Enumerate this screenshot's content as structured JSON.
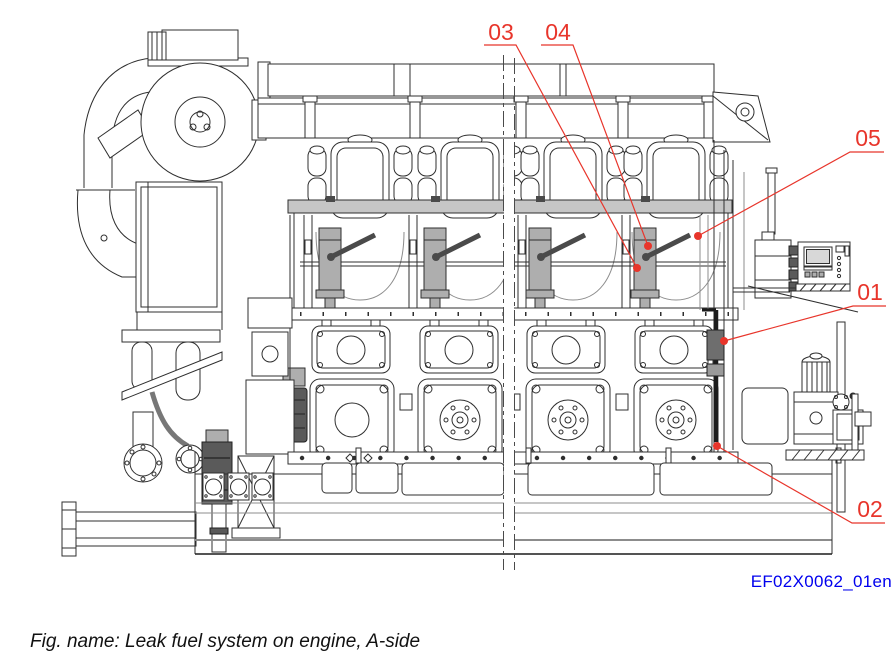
{
  "figure": {
    "caption": "Fig. name: Leak fuel system on engine, A-side",
    "drawing_id": "EF02X0062_01en",
    "callouts": [
      {
        "label": "01"
      },
      {
        "label": "02"
      },
      {
        "label": "03"
      },
      {
        "label": "04"
      },
      {
        "label": "05"
      }
    ],
    "colors": {
      "callout": "#e8352b",
      "drawing_id": "#0000ee",
      "linework": "#2f2f2f"
    }
  }
}
